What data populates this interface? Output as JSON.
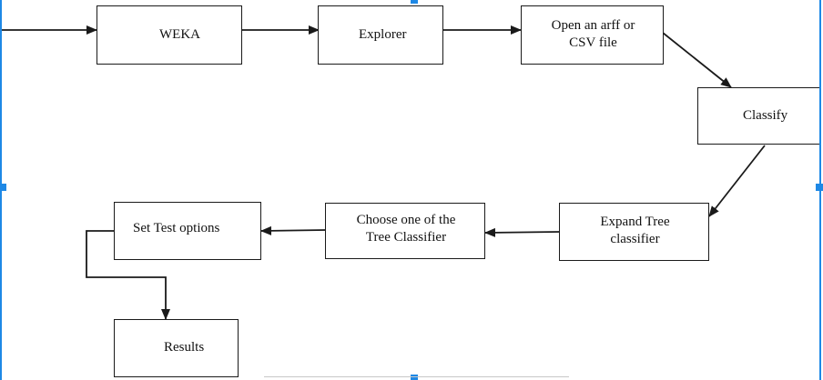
{
  "diagram": {
    "nodes": [
      {
        "id": "weka",
        "label": "WEKA"
      },
      {
        "id": "explorer",
        "label": "Explorer"
      },
      {
        "id": "open_file",
        "label_lines": [
          "Open an arff or",
          "CSV file"
        ]
      },
      {
        "id": "classify",
        "label": "Classify"
      },
      {
        "id": "expand_tree",
        "label_lines": [
          "Expand Tree",
          "classifier"
        ]
      },
      {
        "id": "choose_tree",
        "label_lines": [
          "Choose one of the",
          "Tree Classifier"
        ]
      },
      {
        "id": "test_options",
        "label": "Set Test options"
      },
      {
        "id": "results",
        "label": "Results"
      }
    ],
    "edges": [
      {
        "from": "entry",
        "to": "weka"
      },
      {
        "from": "weka",
        "to": "explorer"
      },
      {
        "from": "explorer",
        "to": "open_file"
      },
      {
        "from": "open_file",
        "to": "classify"
      },
      {
        "from": "classify",
        "to": "expand_tree"
      },
      {
        "from": "expand_tree",
        "to": "choose_tree"
      },
      {
        "from": "choose_tree",
        "to": "test_options"
      },
      {
        "from": "test_options",
        "to": "results"
      }
    ]
  },
  "colors": {
    "stroke": "#1a1a1a",
    "text": "#111111",
    "selection_frame": "#1e88e5"
  }
}
